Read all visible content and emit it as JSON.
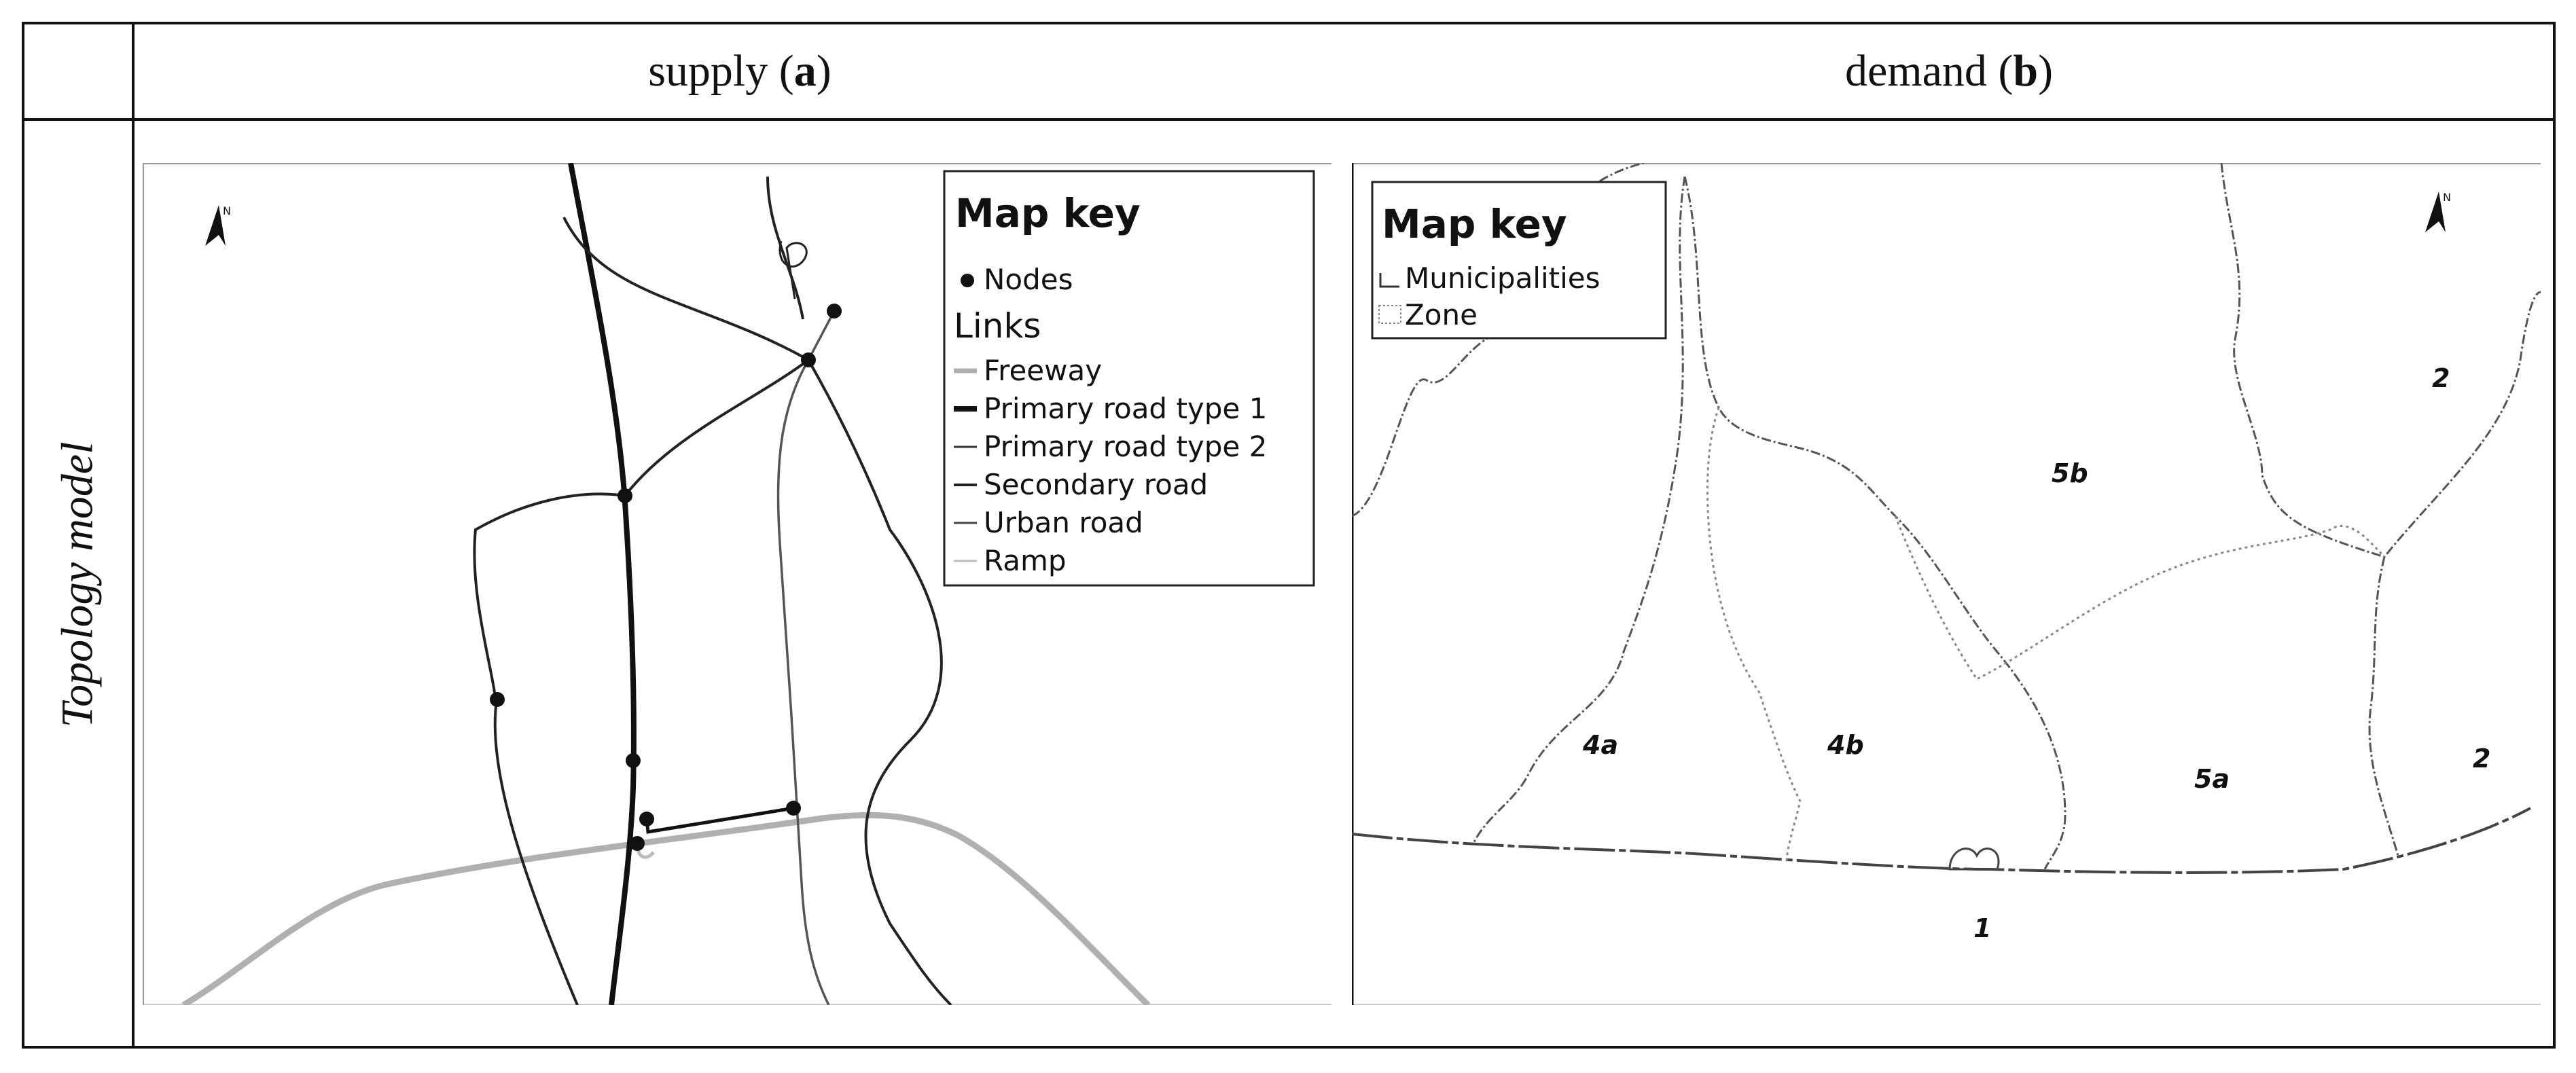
{
  "table": {
    "header_a": {
      "text": "supply (",
      "letter": "a",
      "close": ")"
    },
    "header_b": {
      "text": "demand (",
      "letter": "b",
      "close": ")"
    },
    "row_label": "Topology model"
  },
  "supply_map": {
    "key_title": "Map key",
    "north_label": "N",
    "legend": {
      "nodes": "Nodes",
      "links_heading": "Links",
      "items": [
        {
          "label": "Freeway",
          "color": "#b0b0b0"
        },
        {
          "label": "Primary road type 1",
          "color": "#111111"
        },
        {
          "label": "Primary road type 2",
          "color": "#333333"
        },
        {
          "label": "Secondary road",
          "color": "#222222"
        },
        {
          "label": "Urban road",
          "color": "#444444"
        },
        {
          "label": "Ramp",
          "color": "#bbbbbb"
        }
      ]
    }
  },
  "demand_map": {
    "key_title": "Map key",
    "north_label": "N",
    "legend": [
      {
        "label": "Municipalities",
        "style": "solid"
      },
      {
        "label": "Zone",
        "style": "dotted"
      }
    ],
    "zones": [
      "2",
      "5b",
      "4a",
      "4b",
      "5a",
      "2",
      "1"
    ]
  }
}
